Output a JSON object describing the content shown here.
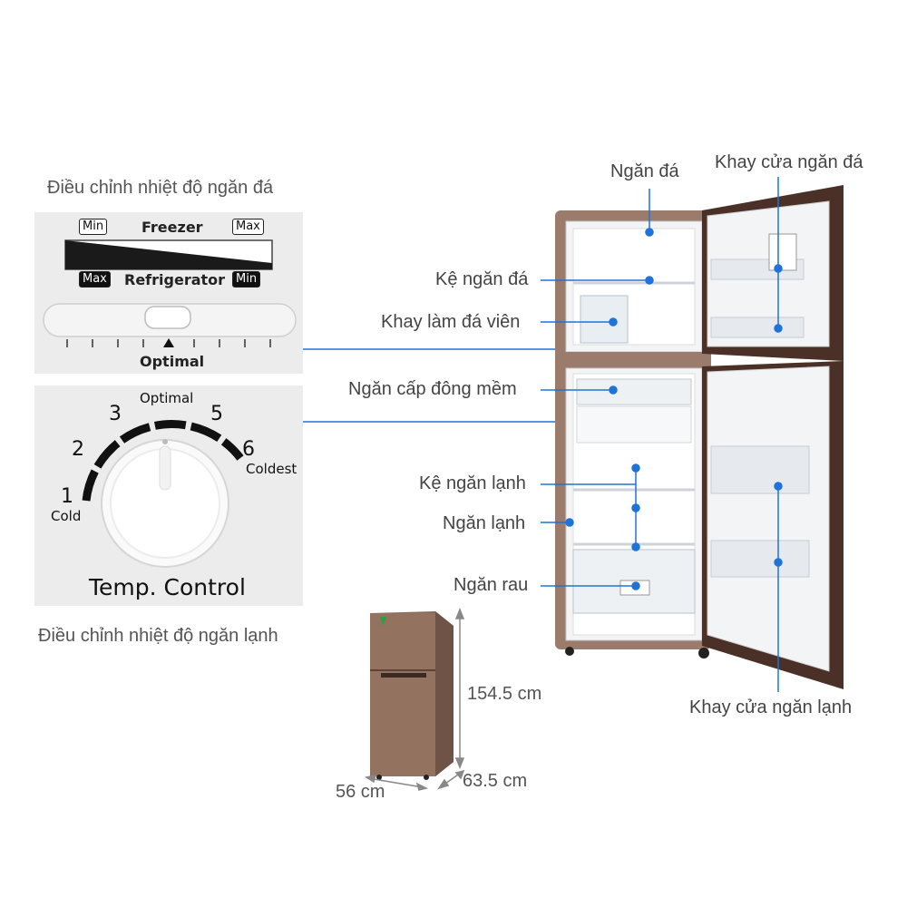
{
  "freezer_control": {
    "caption": "Điều chỉnh nhiệt độ ngăn đá",
    "min_top": "Min",
    "freezer_label": "Freezer",
    "max_top": "Max",
    "max_bottom": "Max",
    "refrigerator_label": "Refrigerator",
    "min_bottom": "Min",
    "optimal": "Optimal"
  },
  "fridge_control": {
    "caption": "Điều chỉnh nhiệt độ ngăn lạnh",
    "optimal": "Optimal",
    "dial_numbers": [
      "1",
      "2",
      "3",
      "5",
      "6"
    ],
    "cold": "Cold",
    "coldest": "Coldest",
    "title": "Temp. Control"
  },
  "callouts": {
    "freezer": "Ngăn đá",
    "freezer_door_tray": "Khay cửa ngăn đá",
    "freezer_shelf": "Kệ ngăn đá",
    "ice_tray": "Khay làm đá viên",
    "soft_freeze": "Ngăn cấp đông mềm",
    "fridge_shelf": "Kệ ngăn lạnh",
    "fridge": "Ngăn lạnh",
    "vegetable": "Ngăn rau",
    "fridge_door_tray": "Khay cửa ngăn lạnh"
  },
  "dimensions": {
    "height": "154.5 cm",
    "width": "56 cm",
    "depth": "63.5 cm"
  },
  "colors": {
    "accent_blue": "#1e73d8",
    "fridge_body": "#8a6a5a",
    "door_frame": "#4a3026"
  }
}
